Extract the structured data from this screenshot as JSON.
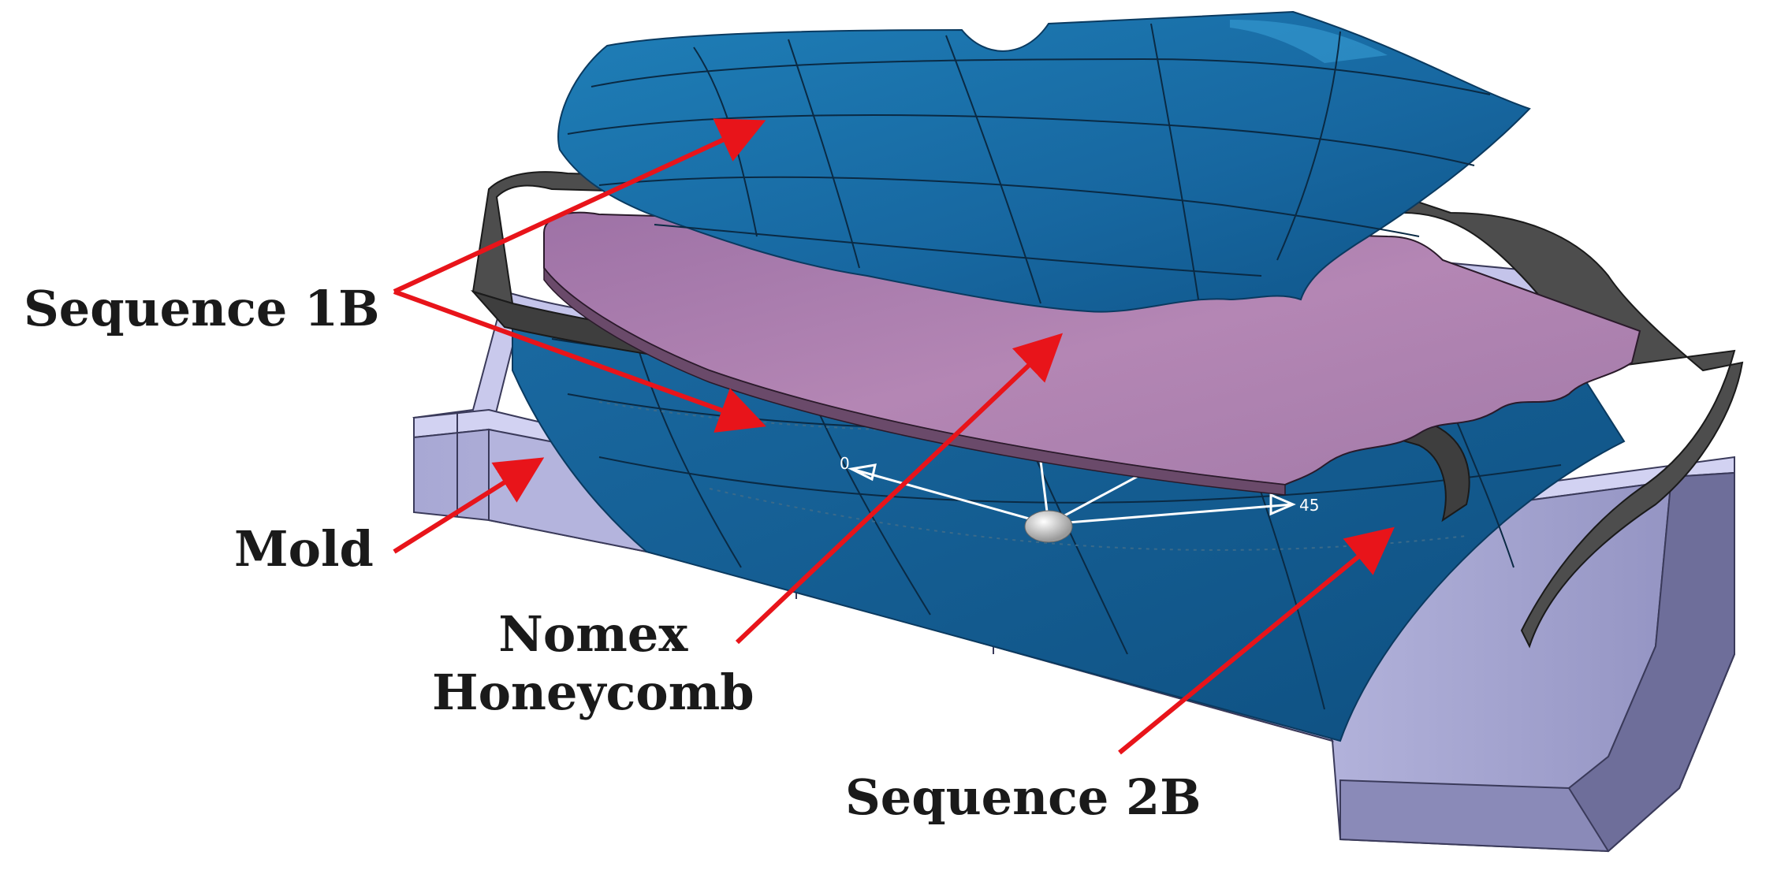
{
  "labels": {
    "sequence_1b": "Sequence 1B",
    "mold": "Mold",
    "nomex_line1": "Nomex",
    "nomex_line2": "Honeycomb",
    "sequence_2b": "Sequence 2B"
  },
  "orientation_marks": {
    "a": "45",
    "b": "0",
    "c": "45",
    "d": "0"
  },
  "colors": {
    "mold": "#b8b8e0",
    "mold_dark": "#7a7aa8",
    "ply_blue": "#1a6fa5",
    "ply_blue_dark": "#0d4f80",
    "honeycomb": "#b07aa8",
    "film_dark": "#505050",
    "arrow_red": "#e8141a"
  }
}
